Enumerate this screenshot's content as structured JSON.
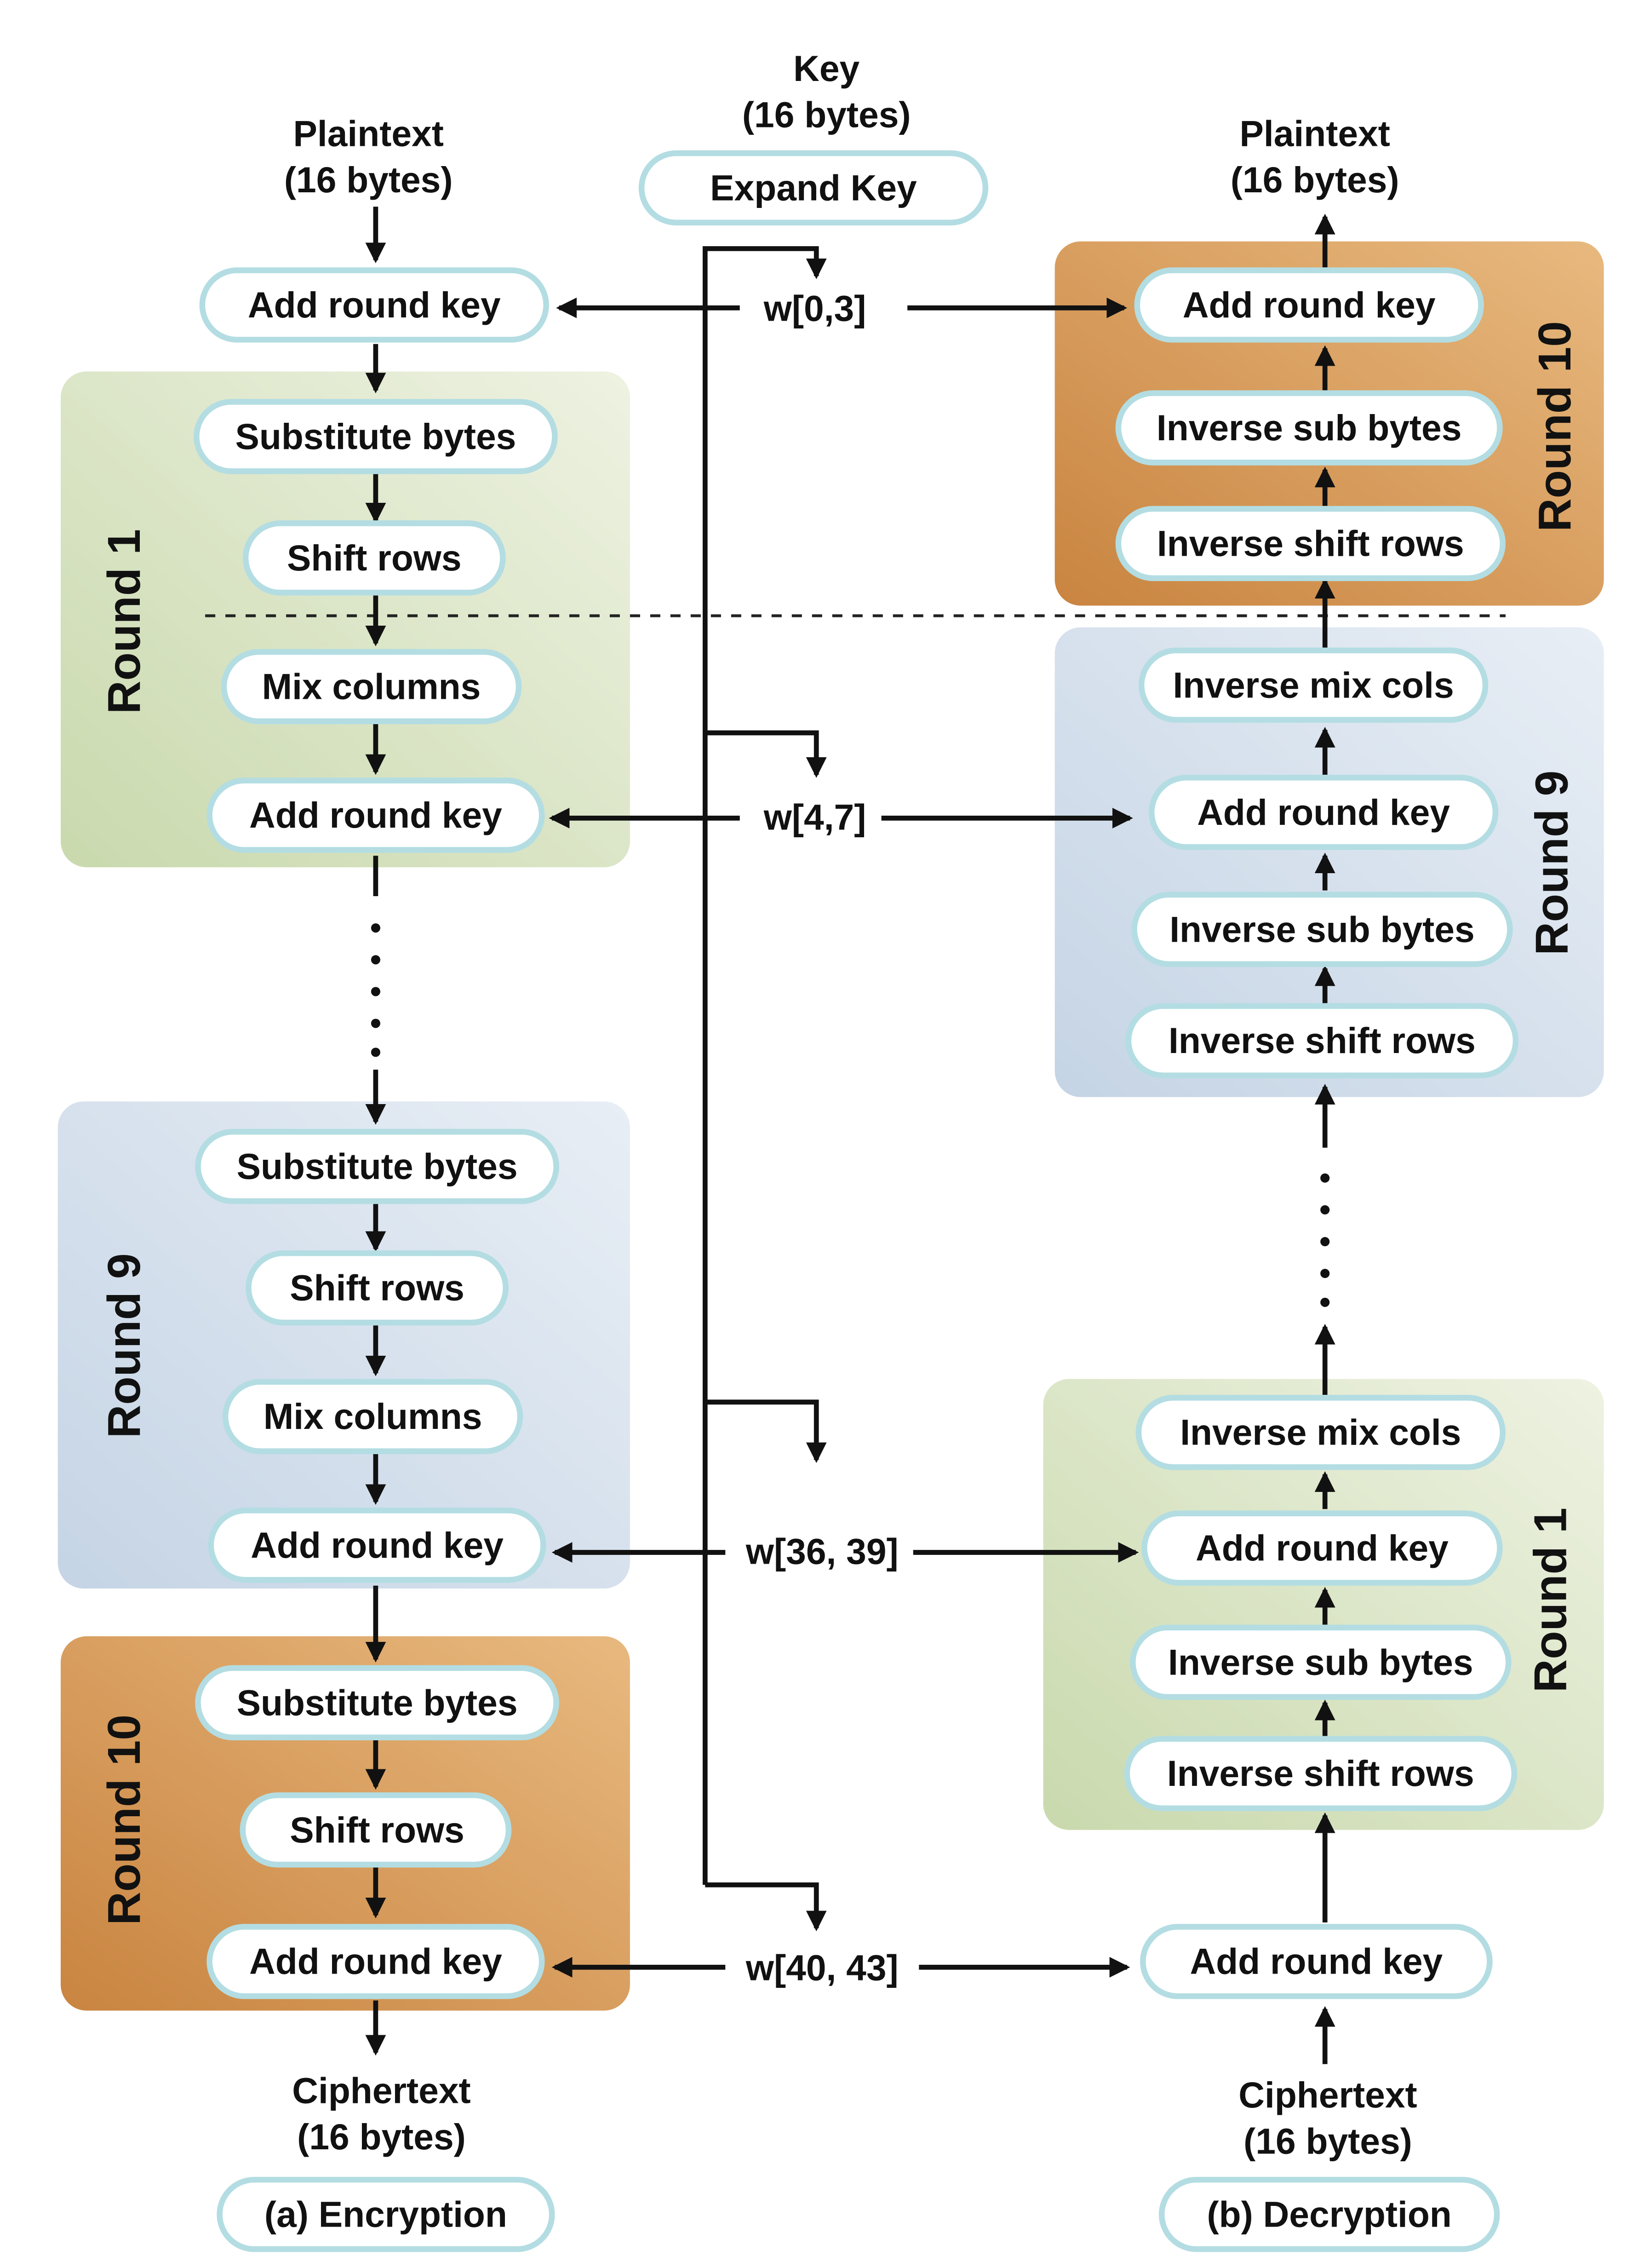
{
  "key": {
    "title": "Key",
    "subtitle": "(16 bytes)",
    "expand": "Expand Key"
  },
  "encryption": {
    "input": {
      "title": "Plaintext",
      "subtitle": "(16 bytes)"
    },
    "output": {
      "title": "Ciphertext",
      "subtitle": "(16 bytes)"
    },
    "caption": "(a) Encryption",
    "initial_step": "Add round key",
    "rounds": [
      {
        "label": "Round 1",
        "steps": [
          "Substitute bytes",
          "Shift rows",
          "Mix columns",
          "Add round key"
        ]
      },
      {
        "label": "Round 9",
        "steps": [
          "Substitute bytes",
          "Shift rows",
          "Mix columns",
          "Add round key"
        ]
      },
      {
        "label": "Round 10",
        "steps": [
          "Substitute bytes",
          "Shift rows",
          "Add round key"
        ]
      }
    ]
  },
  "decryption": {
    "input": {
      "title": "Ciphertext",
      "subtitle": "(16 bytes)"
    },
    "output": {
      "title": "Plaintext",
      "subtitle": "(16 bytes)"
    },
    "caption": "(b) Decryption",
    "initial_step": "Add round key",
    "rounds": [
      {
        "label": "Round 10",
        "steps": [
          "Add round key",
          "Inverse sub bytes",
          "Inverse shift rows"
        ]
      },
      {
        "label": "Round 9",
        "steps": [
          "Inverse mix cols",
          "Add round key",
          "Inverse sub bytes",
          "Inverse shift rows"
        ]
      },
      {
        "label": "Round 1",
        "steps": [
          "Inverse mix cols",
          "Add round key",
          "Inverse sub bytes",
          "Inverse shift rows"
        ]
      }
    ]
  },
  "round_keys": [
    "w[0,3]",
    "w[4,7]",
    "w[36, 39]",
    "w[40, 43]"
  ],
  "colors": {
    "round_1": "#d5e0bf",
    "round_9": "#d3deea",
    "round_10": "#d2914f",
    "pill_border": "#b3dde2",
    "arrow": "#111111"
  }
}
